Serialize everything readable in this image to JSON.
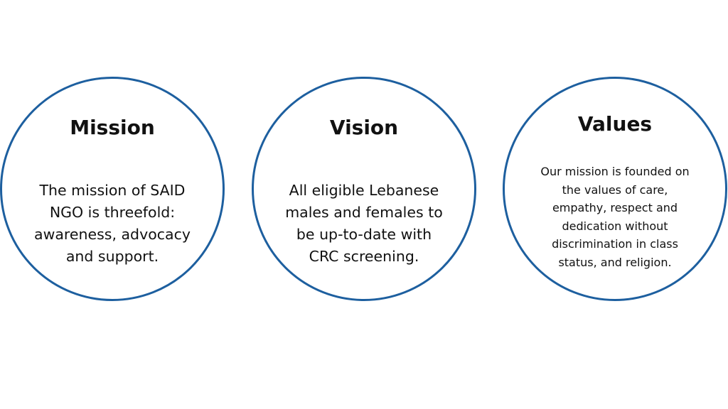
{
  "cards": [
    {
      "title": "Mission",
      "lines": [
        "The mission of SAID",
        "NGO is threefold:",
        "awareness, advocacy",
        "and support."
      ]
    },
    {
      "title": "Vision",
      "lines": [
        "All eligible Lebanese",
        "males and females to",
        "be up-to-date with",
        "CRC screening."
      ]
    },
    {
      "title": "Values",
      "lines": [
        "Our mission is founded on",
        "the values of care,",
        "empathy, respect and",
        "dedication without",
        "discrimination in class",
        "status, and religion."
      ]
    }
  ],
  "colors": {
    "circle_border": "#1d5f9f"
  }
}
